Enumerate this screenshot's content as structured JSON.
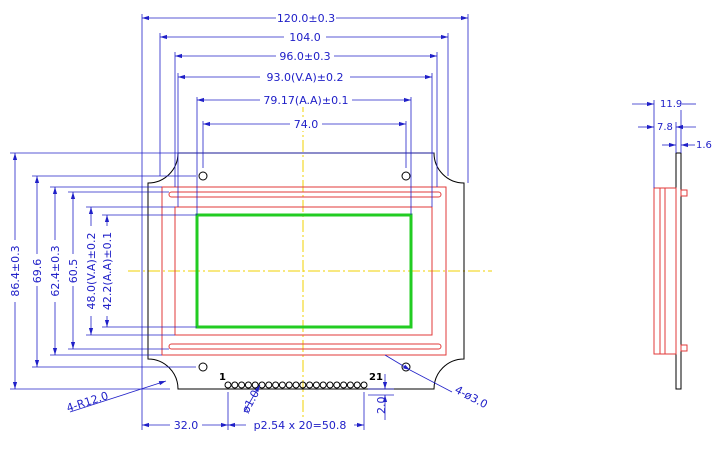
{
  "colors": {
    "dimension": "#2020c8",
    "outline": "#000000",
    "bezel": "#e23a3a",
    "active_area": "#22cc22",
    "centerline": "#f0d000"
  },
  "front_view": {
    "widths": {
      "overall": "120.0±0.3",
      "holes_outer": "104.0",
      "bezel": "96.0±0.3",
      "viewing_area": "93.0(V.A)±0.2",
      "active_area": "79.17(A.A)±0.1",
      "hole_pitch": "74.0"
    },
    "heights": {
      "overall": "86.4±0.3",
      "holes_outer": "69.6",
      "bezel": "62.4±0.3",
      "bezel_inner": "60.5",
      "viewing_area": "48.0(V.A)±0.2",
      "active_area": "42.2(A.A)±0.1"
    },
    "connector": {
      "first_pin": "1",
      "last_pin": "21",
      "offset": "32.0",
      "pitch": "p2.54 x 20=50.8",
      "pin_diameter": "ø1.0",
      "pin_height": "2.0"
    },
    "corner_radius": "4-R12.0",
    "mount_holes": "4-ø3.0"
  },
  "side_view": {
    "total_thickness": "11.9",
    "module_depth": "7.8",
    "pcb_thickness": "1.6"
  }
}
